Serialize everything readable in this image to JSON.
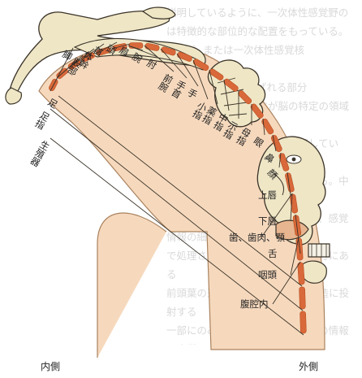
{
  "background_text": "説明しているように、一次体性感覚野の\nは特徴的な部位的な配置をもっている。\ncleus）または一次体性感覚核（nucleus）と\n核（nucleus）と呼ばれる部分\nいる。体性感覚の部位が脳の特定の領域に投射している。こ\n中心後回の中心内側部分に位置していて、前\nは、体性感覚中枢とも呼ばれている。中心後回\nの一次体性感覚野と連合野であり、感覚情報の細\nで処理される。また中心後回の下方にある\n前頭葉の運動野の領域内にある構造に投射する\n一部にのみ投射している。これらの情報は皮質\nさまざまな部位から入力を受け、皮質の興奮を抑制\nのは、全体で扱われるような感覚のテクスチャの",
  "footer": {
    "left": "内側",
    "right": "外側"
  },
  "regions": [
    "脚",
    "股部",
    "体幹",
    "首",
    "頭",
    "肩",
    "腕",
    "肘",
    "前腕",
    "手首",
    "手",
    "小指",
    "薬指",
    "中指",
    "示指",
    "母指",
    "眼",
    "鼻",
    "顔",
    "上唇",
    "下唇",
    "歯、歯肉、顎",
    "舌",
    "咽頭",
    "腹腔内",
    "足",
    "足指",
    "生殖器"
  ],
  "colors": {
    "band": "#d9693a",
    "band_stroke": "#b94e22",
    "cortex": "#f6d9bd",
    "cortex_stroke": "#a9825e",
    "homunculus": "#efe6c6",
    "outline": "#3a3328"
  }
}
